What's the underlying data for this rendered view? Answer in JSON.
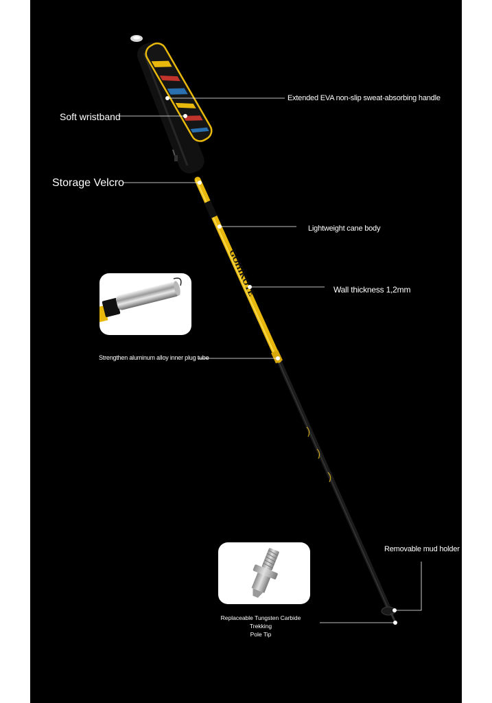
{
  "labels": {
    "handle": "Extended EVA non-slip sweat-absorbing handle",
    "wristband": "Soft wristband",
    "velcro": "Storage Velcro",
    "cane_body": "Lightweight cane body",
    "wall": "Wall thickness 1,2mm",
    "inner_tube": "Strengthen aluminum alloy inner plug tube",
    "mud_holder": "Removable mud holder",
    "tip_line1": "Replaceable Tungsten Carbide Trekking",
    "tip_line2": "Pole Tip"
  },
  "brand_text": "GOHIKOTE",
  "colors": {
    "background": "#000000",
    "pole_yellow": "#e8b90c",
    "pole_dark": "#1a1a1a",
    "label_text": "#ffffff",
    "card_bg": "#ffffff"
  }
}
